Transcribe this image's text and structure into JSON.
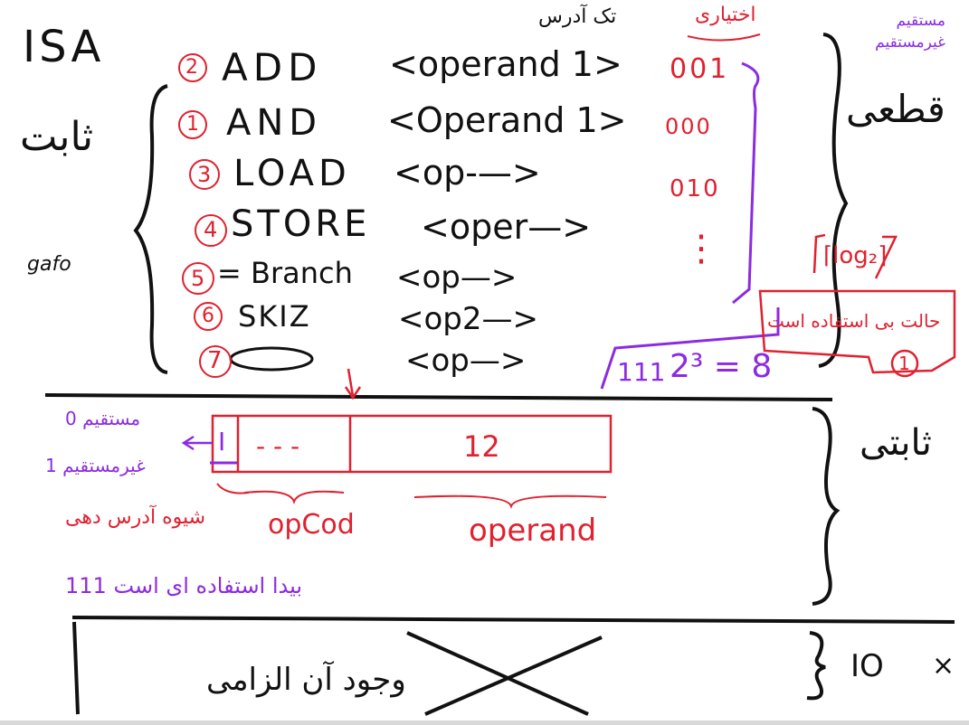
{
  "title": "ISA",
  "left_labels": {
    "fixed": "ثابت",
    "side": "gafo"
  },
  "instructions": [
    {
      "num": "2",
      "mnemonic": "ADD",
      "operand": "<operand 1>",
      "code": "001"
    },
    {
      "num": "1",
      "mnemonic": "AND",
      "operand": "<Operand 1>",
      "code": "000"
    },
    {
      "num": "3",
      "mnemonic": "LOAD",
      "operand": "<op-—>",
      "code": "010"
    },
    {
      "num": "4",
      "mnemonic": "STORE",
      "operand": "<oper—>",
      "code": ""
    },
    {
      "num": "5",
      "mnemonic": "= Branch",
      "operand": "<op—>",
      "code": ""
    },
    {
      "num": "6",
      "mnemonic": "SKIZ",
      "operand": "<op2—>",
      "code": ""
    },
    {
      "num": "7",
      "mnemonic": "",
      "operand": "<op—>",
      "code": ""
    }
  ],
  "top_annotations": {
    "one_address": "تک آدرس",
    "optional": "اختیاری"
  },
  "right_annotations": {
    "direct_indirect": "مستقیم غیرمستقیم",
    "definite": "قطعی",
    "log2": "⌈log₂⌉",
    "states_used": "حالت بی استفاده است",
    "circled_one": "1",
    "fixed": "ثابتی",
    "io": "IO",
    "io_mark": "×"
  },
  "codes_extra": {
    "dots": "⋮",
    "last_code": "111",
    "formula": "2³ = 8"
  },
  "instruction_format": {
    "i_bit": "I",
    "opcode_box": "- - -",
    "operand_box": "12",
    "labels": {
      "addressing": "شیوه آدرس دهی",
      "opcode": "opCod",
      "operand": "operand"
    },
    "side_note": {
      "line1": "0 مستقیم",
      "line2": "1 غیرمستقیم"
    },
    "bottom_note": "111 بیدا استفاده ای است"
  },
  "io_box_text": "وجود آن الزامی",
  "colors": {
    "ink": "#111111",
    "red": "#e0212f",
    "purple": "#8b2be2"
  }
}
